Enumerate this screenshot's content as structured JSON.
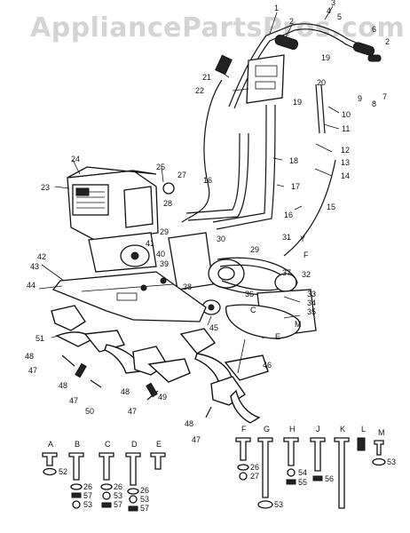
{
  "watermark": "AppliancePartsPros.com",
  "callouts": [
    "1",
    "2",
    "3",
    "4",
    "5",
    "6",
    "2",
    "7",
    "8",
    "9",
    "19",
    "20",
    "21",
    "22",
    "10",
    "11",
    "12",
    "13",
    "14",
    "15",
    "16",
    "17",
    "18",
    "19",
    "23",
    "24",
    "25",
    "27",
    "28",
    "16",
    "29",
    "30",
    "29",
    "F",
    "32",
    "31",
    "Y",
    "39",
    "40",
    "41",
    "42",
    "43",
    "44",
    "38",
    "33",
    "34",
    "35",
    "36",
    "37",
    "C",
    "M",
    "E",
    "45",
    "46",
    "51",
    "48",
    "47",
    "48",
    "50",
    "47",
    "49",
    "48",
    "47",
    "48",
    "47"
  ],
  "hardware": {
    "groups": [
      {
        "letter": "A",
        "subs": [
          "52"
        ]
      },
      {
        "letter": "B",
        "subs": [
          "26",
          "57",
          "53"
        ]
      },
      {
        "letter": "C",
        "subs": [
          "26",
          "53",
          "57"
        ]
      },
      {
        "letter": "D",
        "subs": [
          "26",
          "53",
          "57"
        ]
      },
      {
        "letter": "E",
        "subs": []
      },
      {
        "letter": "F",
        "subs": [
          "26",
          "27"
        ]
      },
      {
        "letter": "G",
        "subs": [
          "53"
        ]
      },
      {
        "letter": "H",
        "subs": [
          "54",
          "55"
        ]
      },
      {
        "letter": "J",
        "subs": [
          "56"
        ]
      },
      {
        "letter": "K",
        "subs": []
      },
      {
        "letter": "L",
        "subs": []
      },
      {
        "letter": "M",
        "subs": [
          "53"
        ]
      }
    ]
  }
}
